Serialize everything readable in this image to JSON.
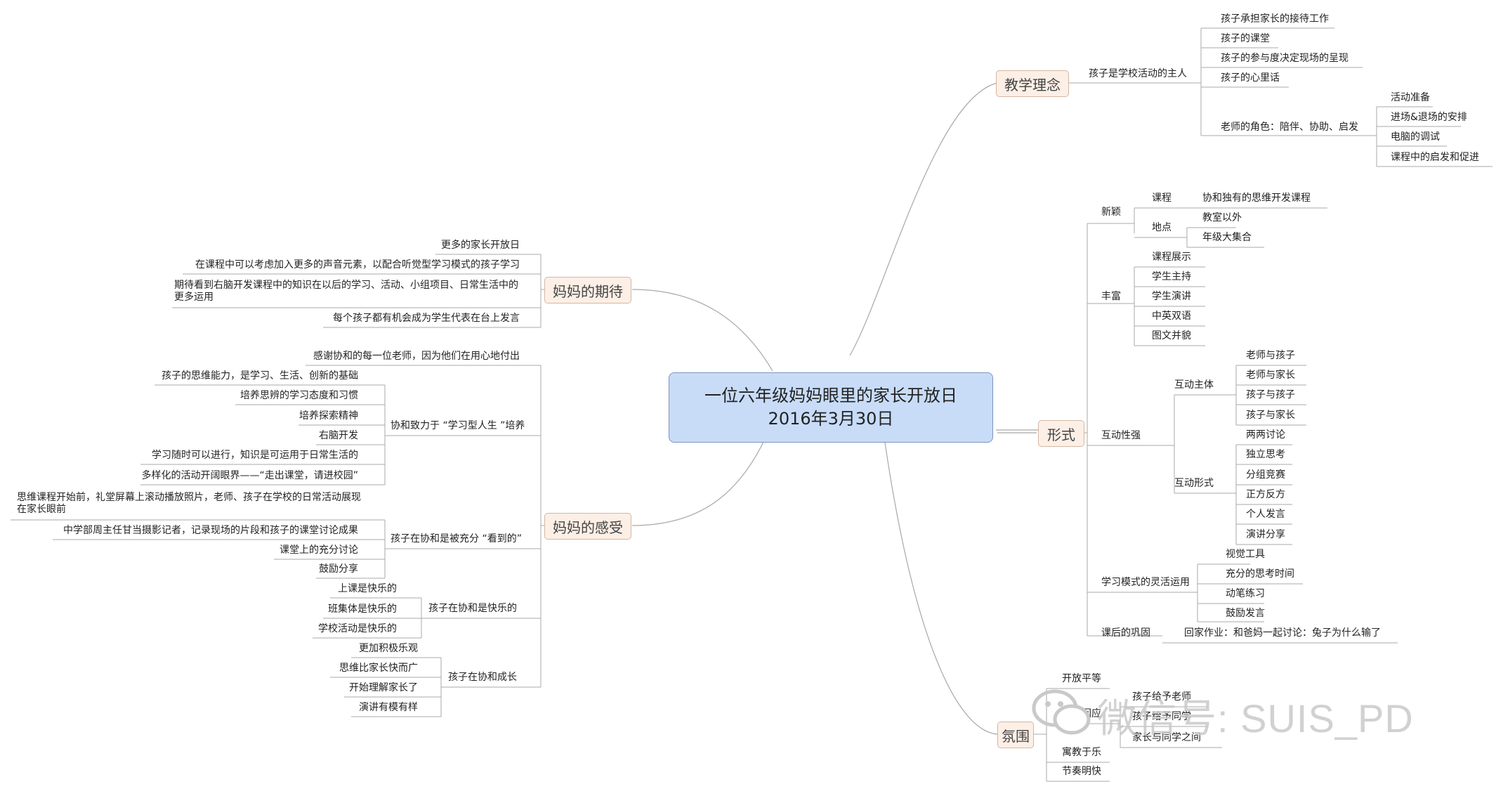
{
  "center": {
    "title": "一位六年级妈妈眼里的家长开放日",
    "date": "2016年3月30日"
  },
  "watermark": {
    "text": "微信号: SUIS_PD",
    "icon": "wechat-icon",
    "color": "#c9c9c9"
  },
  "colors": {
    "center_fill": "#c8dcf8",
    "center_border": "#7b95bb",
    "main_fill": "#fcefe6",
    "main_border": "#d4b7a3",
    "line": "#a8a8a8"
  },
  "branches": {
    "jiaoxue": {
      "label": "教学理念",
      "sub": "孩子是学校活动的主人",
      "items": [
        "孩子承担家长的接待工作",
        "孩子的课堂",
        "孩子的参与度决定现场的呈现",
        "孩子的心里话",
        "老师的角色：陪伴、协助、启发"
      ],
      "teacher_items": [
        "活动准备",
        "进场&退场的安排",
        "电脑的调试",
        "课程中的启发和促进"
      ]
    },
    "xingshi": {
      "label": "形式",
      "xinying": {
        "label": "新颖",
        "kecheng": "课程",
        "kecheng_item": "协和独有的思维开发课程",
        "didian": "地点",
        "didian_items": [
          "教室以外",
          "年级大集合"
        ]
      },
      "fengfu": {
        "label": "丰富",
        "items": [
          "课程展示",
          "学生主持",
          "学生演讲",
          "中英双语",
          "图文并貌"
        ]
      },
      "hudong": {
        "label": "互动性强",
        "zhuti": "互动主体",
        "zhuti_items": [
          "老师与孩子",
          "老师与家长",
          "孩子与孩子",
          "孩子与家长"
        ],
        "xingshi": "互动形式",
        "xingshi_items": [
          "两两讨论",
          "独立思考",
          "分组竞赛",
          "正方反方",
          "个人发言",
          "演讲分享"
        ]
      },
      "moshi": {
        "label": "学习模式的灵活运用",
        "items": [
          "视觉工具",
          "充分的思考时间",
          "动笔练习",
          "鼓励发言"
        ]
      },
      "gonggu": {
        "label": "课后的巩固",
        "item": "回家作业：和爸妈一起讨论：兔子为什么输了"
      }
    },
    "fenwei": {
      "label": "氛围",
      "items": [
        "开放平等",
        "寓教于乐",
        "节奏明快"
      ],
      "huiying": "积极回应",
      "huiying_items": [
        "孩子给予老师",
        "孩子给予同学",
        "家长与同学之间"
      ]
    },
    "qidai": {
      "label": "妈妈的期待",
      "items": [
        "更多的家长开放日",
        "在课程中可以考虑加入更多的声音元素，以配合听觉型学习模式的孩子学习",
        "期待看到右脑开发课程中的知识在以后的学习、活动、小组项目、日常生活中的更多运用",
        "每个孩子都有机会成为学生代表在台上发言"
      ]
    },
    "ganshou": {
      "label": "妈妈的感受",
      "thanks": "感谢协和的每一位老师，因为他们在用心地付出",
      "xuexi": {
        "label": "协和致力于 “学习型人生 ”培养",
        "items": [
          "孩子的思维能力，是学习、生活、创新的基础",
          "培养思辨的学习态度和习惯",
          "培养探索精神",
          "右脑开发",
          "学习随时可以进行，知识是可运用于日常生活的",
          "多样化的活动开阔眼界——“走出课堂，请进校园”"
        ]
      },
      "kandao": {
        "label": "孩子在协和是被充分 “看到的”",
        "items": [
          "思维课程开始前，礼堂屏幕上滚动播放照片，老师、孩子在学校的日常活动展现在家长眼前",
          "中学部周主任甘当摄影记者，记录现场的片段和孩子的课堂讨论成果",
          "课堂上的充分讨论",
          "鼓励分享"
        ]
      },
      "kuaile": {
        "label": "孩子在协和是快乐的",
        "items": [
          "上课是快乐的",
          "班集体是快乐的",
          "学校活动是快乐的"
        ]
      },
      "chengzhang": {
        "label": "孩子在协和成长",
        "items": [
          "更加积极乐观",
          "思维比家长快而广",
          "开始理解家长了",
          "演讲有模有样"
        ]
      }
    }
  }
}
